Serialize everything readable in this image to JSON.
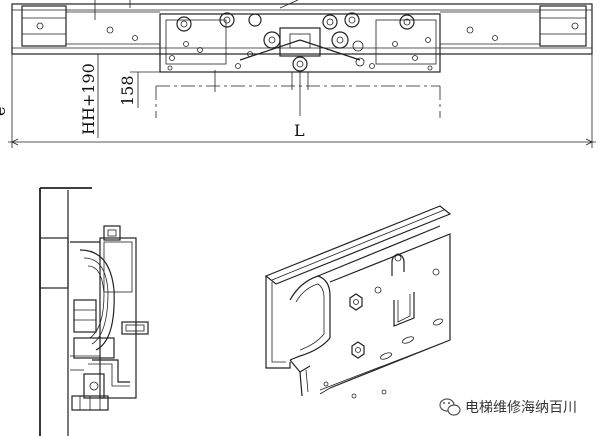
{
  "front_view": {
    "dim_overall_height": "HH+190",
    "dim_hanger_height": "158",
    "dim_length": "L",
    "left_edge_label": "e"
  },
  "watermark": {
    "text": "电梯维修海纳百川",
    "icon": "wechat-icon"
  },
  "colors": {
    "line": "#222222",
    "background": "#ffffff"
  }
}
